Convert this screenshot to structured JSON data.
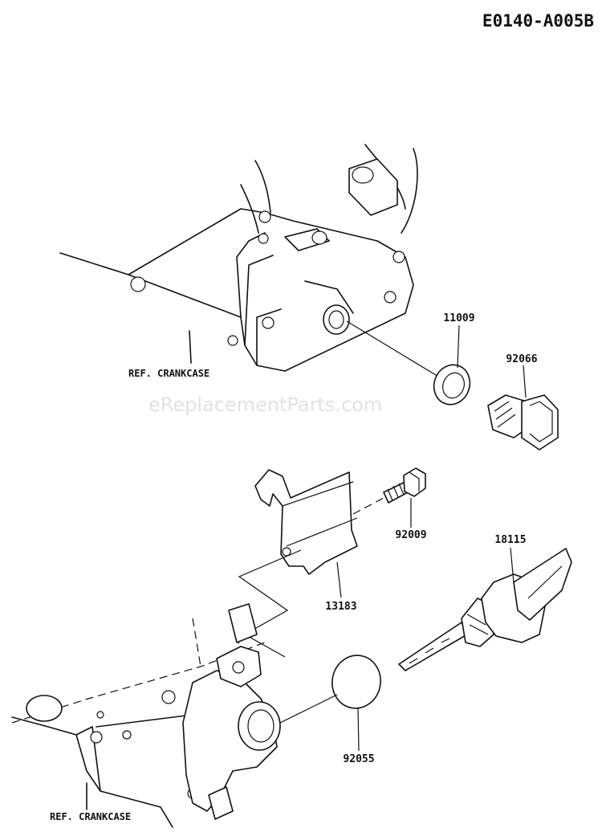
{
  "diagram": {
    "code": "E0140-A005B",
    "watermark": "eReplacementParts.com"
  },
  "labels": {
    "ref_upper": "REF. CRANKCASE",
    "ref_lower": "REF. CRANKCASE"
  },
  "parts": [
    {
      "number": "11009"
    },
    {
      "number": "92066"
    },
    {
      "number": "13183"
    },
    {
      "number": "92009"
    },
    {
      "number": "18115"
    },
    {
      "number": "92055"
    }
  ]
}
